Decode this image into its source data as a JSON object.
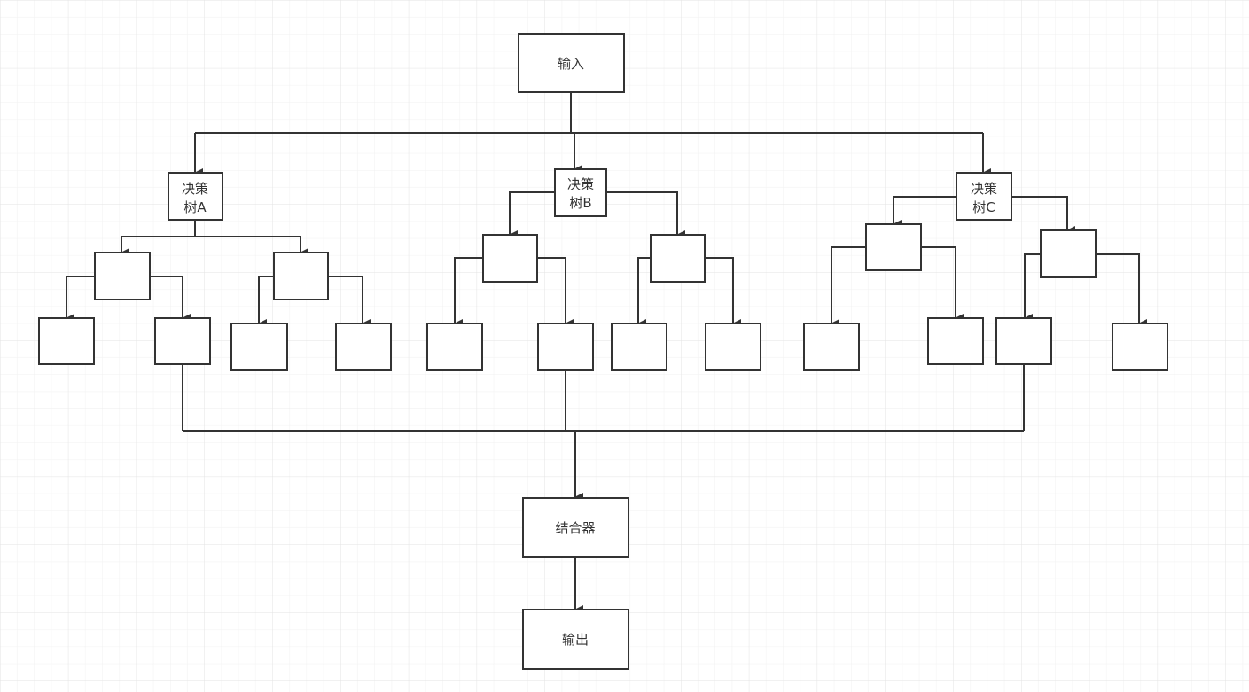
{
  "nodes": {
    "input": "输入",
    "tree_a_line1": "决策",
    "tree_a_line2": "树A",
    "tree_b_line1": "决策",
    "tree_b_line2": "树B",
    "tree_c_line1": "决策",
    "tree_c_line2": "树C",
    "combiner": "结合器",
    "output": "输出"
  },
  "colors": {
    "grid": "#ebebeb",
    "stroke": "#333333",
    "background": "#ffffff"
  }
}
